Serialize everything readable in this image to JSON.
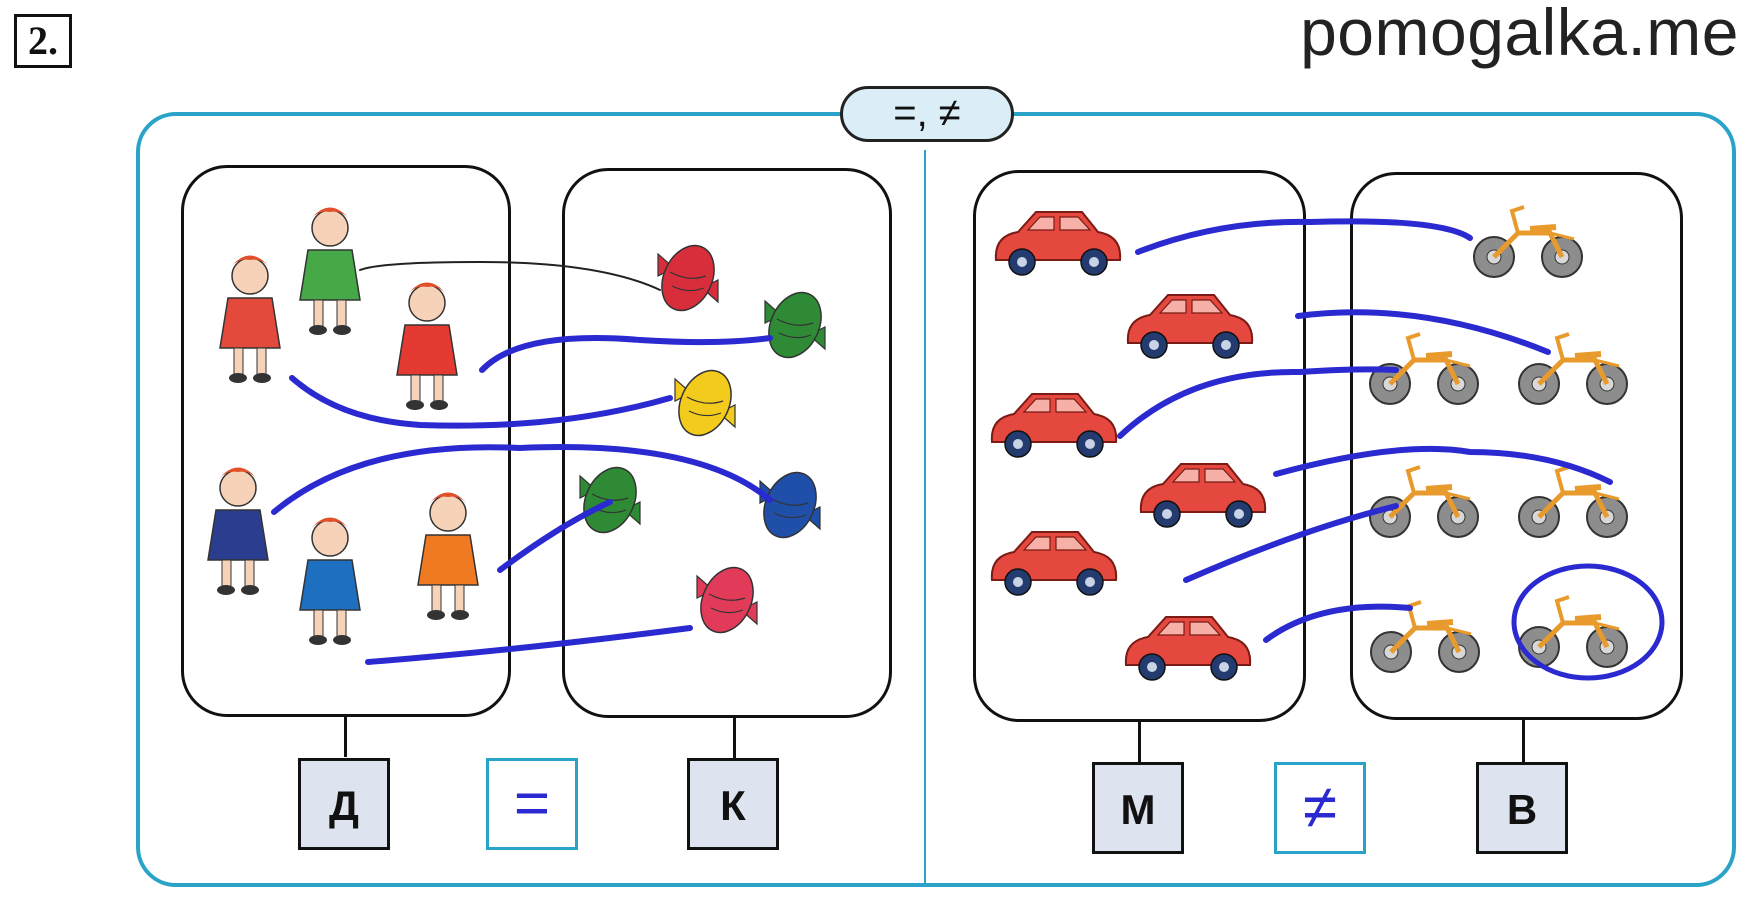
{
  "header": {
    "exercise_number": "2.",
    "watermark_text": "pomogalka.me"
  },
  "task_label": "=, ≠",
  "left_panel": {
    "group_a_letter": "Д",
    "group_b_letter": "К",
    "comparison_sign": "="
  },
  "right_panel": {
    "group_a_letter": "М",
    "group_b_letter": "В",
    "comparison_sign": "≠"
  },
  "colors": {
    "frame": "#2aa3c8",
    "marker_lines": "#2a2ad0",
    "letter_box_fill": "#dde4ef",
    "pill_fill": "#dbeef7"
  },
  "icons": [
    "child-icon",
    "candy-icon",
    "car-icon",
    "motorbike-icon"
  ]
}
